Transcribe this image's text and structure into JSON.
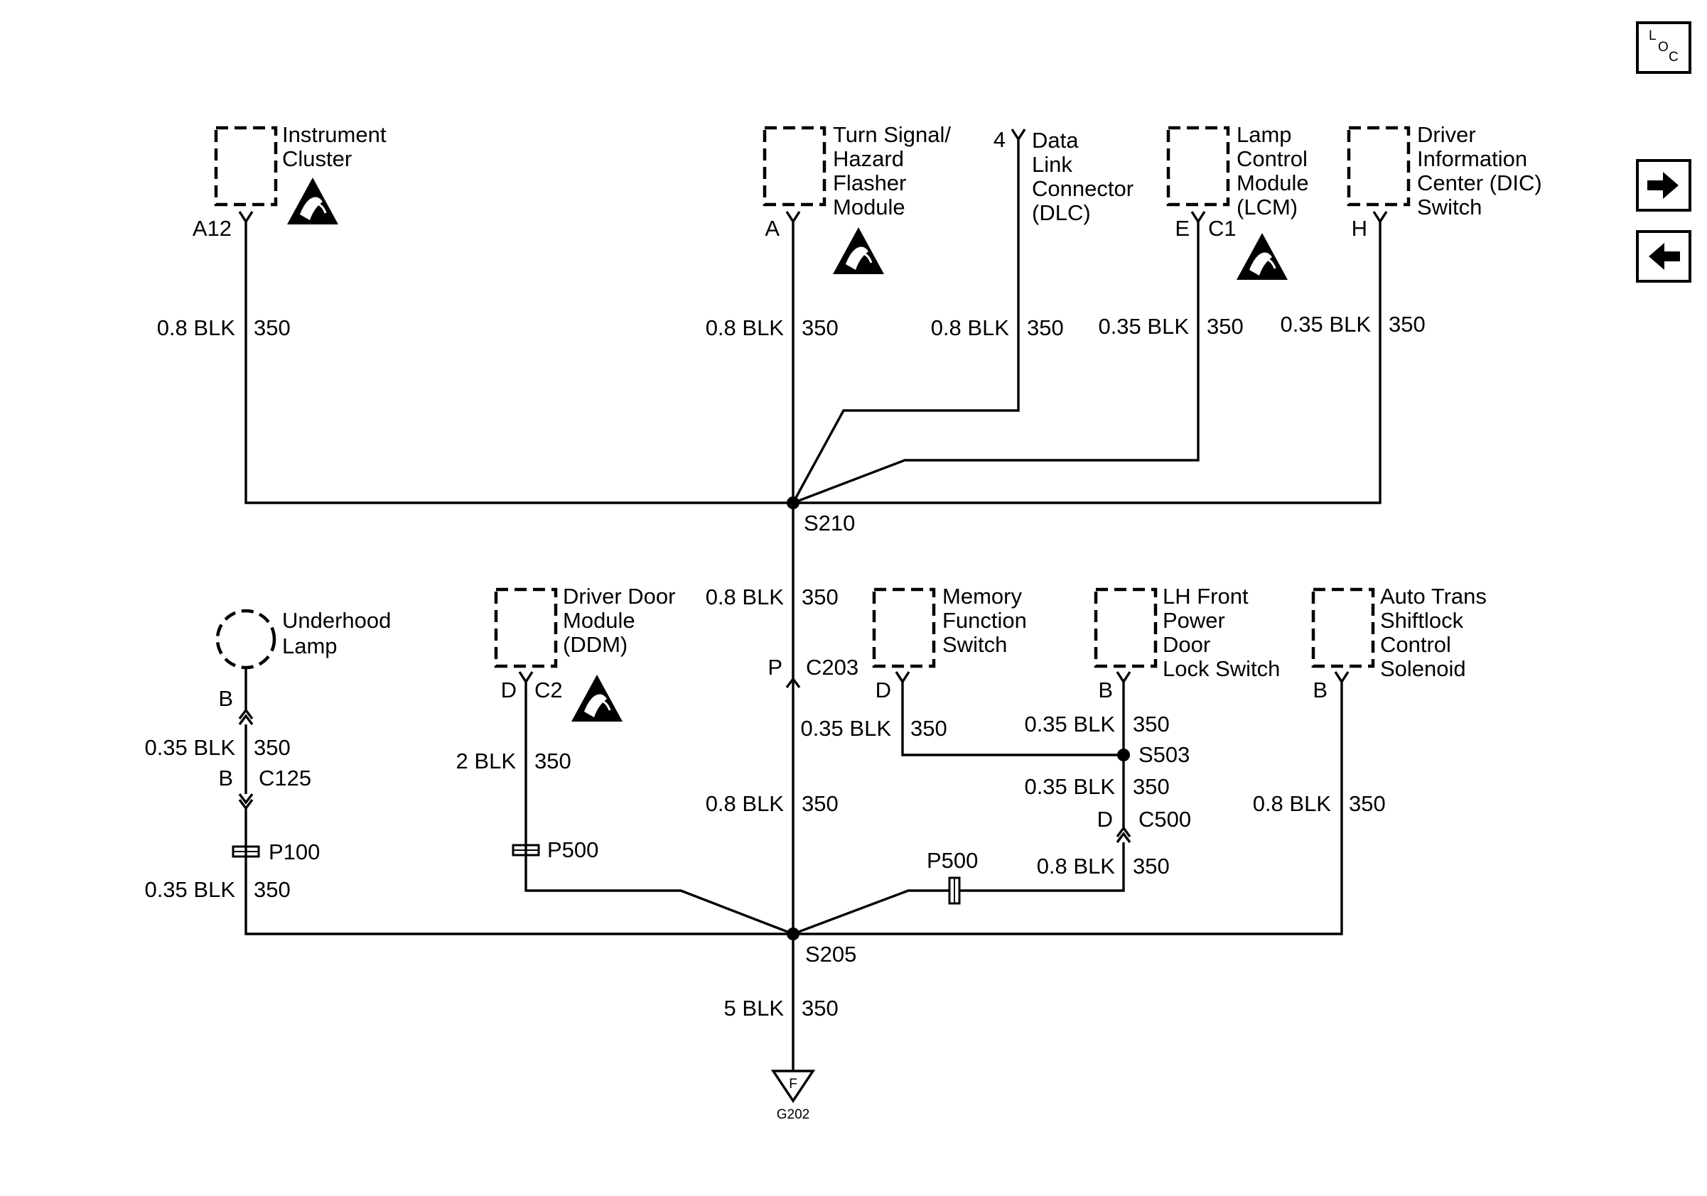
{
  "components": {
    "instrument_cluster": {
      "l1": "Instrument",
      "l2": "Cluster",
      "pin": "A12"
    },
    "turn_signal": {
      "l1": "Turn Signal/",
      "l2": "Hazard",
      "l3": "Flasher",
      "l4": "Module",
      "pin": "A"
    },
    "dlc": {
      "l1": "Data",
      "l2": "Link",
      "l3": "Connector",
      "l4": "(DLC)",
      "pin": "4"
    },
    "lcm": {
      "l1": "Lamp",
      "l2": "Control",
      "l3": "Module",
      "l4": "(LCM)",
      "pin": "E",
      "conn": "C1"
    },
    "dic": {
      "l1": "Driver",
      "l2": "Information",
      "l3": "Center (DIC)",
      "l4": "Switch",
      "pin": "H"
    },
    "underhood_lamp": {
      "l1": "Underhood",
      "l2": "Lamp"
    },
    "ddm": {
      "l1": "Driver Door",
      "l2": "Module",
      "l3": "(DDM)",
      "pin": "D",
      "conn": "C2"
    },
    "memory_switch": {
      "l1": "Memory",
      "l2": "Function",
      "l3": "Switch",
      "pin": "D"
    },
    "lh_door_switch": {
      "l1": "LH Front",
      "l2": "Power",
      "l3": "Door",
      "l4": "Lock Switch",
      "pin": "B"
    },
    "shiftlock": {
      "l1": "Auto Trans",
      "l2": "Shiftlock",
      "l3": "Control",
      "l4": "Solenoid",
      "pin": "B"
    }
  },
  "wires": {
    "ic": {
      "gauge": "0.8 BLK",
      "circuit": "350"
    },
    "ts": {
      "gauge": "0.8 BLK",
      "circuit": "350"
    },
    "dlc": {
      "gauge": "0.8 BLK",
      "circuit": "350"
    },
    "lcm": {
      "gauge": "0.35 BLK",
      "circuit": "350"
    },
    "dic": {
      "gauge": "0.35 BLK",
      "circuit": "350"
    },
    "trunk_upper": {
      "gauge": "0.8 BLK",
      "circuit": "350"
    },
    "trunk_lower": {
      "gauge": "0.8 BLK",
      "circuit": "350"
    },
    "uh_upper": {
      "gauge": "0.35 BLK",
      "circuit": "350"
    },
    "uh_lower": {
      "gauge": "0.35 BLK",
      "circuit": "350"
    },
    "ddm": {
      "gauge": "2 BLK",
      "circuit": "350"
    },
    "mem": {
      "gauge": "0.35 BLK",
      "circuit": "350"
    },
    "lh_upper": {
      "gauge": "0.35 BLK",
      "circuit": "350"
    },
    "lh_mid": {
      "gauge": "0.35 BLK",
      "circuit": "350"
    },
    "lh_lower": {
      "gauge": "0.8 BLK",
      "circuit": "350"
    },
    "shift": {
      "gauge": "0.8 BLK",
      "circuit": "350"
    },
    "ground": {
      "gauge": "5 BLK",
      "circuit": "350"
    }
  },
  "splices": {
    "s210": "S210",
    "s205": "S205",
    "s503": "S503"
  },
  "connectors": {
    "c203": {
      "pin": "P",
      "name": "C203"
    },
    "c125": {
      "pin_top": "B",
      "pin_bottom": "B",
      "name": "C125"
    },
    "c500": {
      "pin": "D",
      "name": "C500"
    },
    "p100": "P100",
    "p500_left": "P500",
    "p500_right": "P500"
  },
  "ground": {
    "pin": "F",
    "name": "G202"
  },
  "nav": {
    "loc_l": "L",
    "loc_o": "O",
    "loc_c": "C",
    "next_icon": "right-arrow-icon",
    "prev_icon": "left-arrow-icon"
  }
}
